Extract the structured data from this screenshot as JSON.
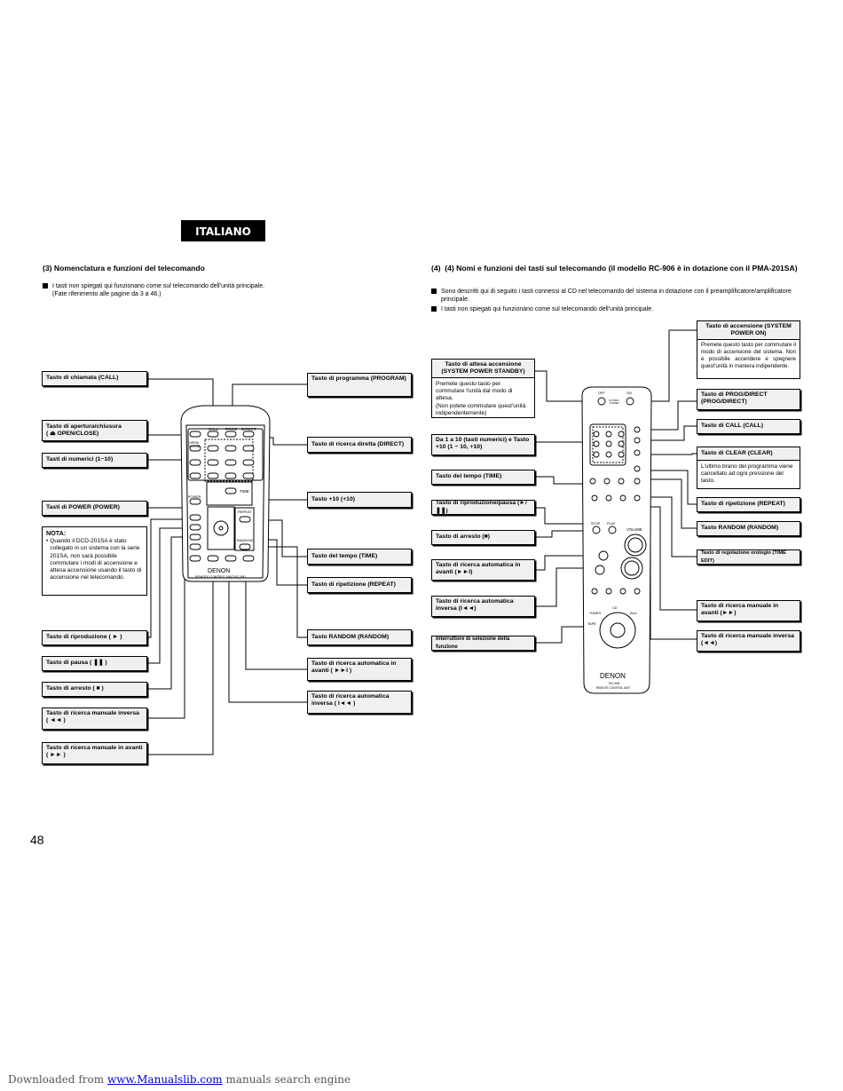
{
  "banner": "ITALIANO",
  "left": {
    "title": "(3)  Nomenclatura e funzioni del telecomando",
    "bullet_1": "I tasti non spiegati qui funzionano come sul telecomando dell'unità principale.",
    "bullet_1b": "(Fate riferimento alle pagine da 3 a 46.)",
    "labels": {
      "call": "Tasto di chiamata (CALL)",
      "open": "Tasto di apertura/chiusura",
      "open2": "( ⏏ OPEN/CLOSE)",
      "numeric": "Tasti di numerici (1~10)",
      "power": "Tasti di POWER (POWER)",
      "nota_title": "NOTA:",
      "nota_text": "Quando il DCD-201SA è stato collegato in un sistema con la serie 201SA, non sarà possibile commutare i modi di accensione e attesa accensione usando il tasto di accensione nel telecomando.",
      "play": "Tasto di riproduzione ( ► )",
      "pause": "Tasto di pausa ( ❚❚ )",
      "stop": "Tasto di arresto ( ■ )",
      "manual_rev": "Tasto di ricerca manuale inversa ( ◄◄ )",
      "manual_fwd": "Tasto di ricerca manuale in avanti ( ►► )",
      "program": "Tasto di programma (PROGRAM)",
      "direct": "Tasto di ricerca diretta (DIRECT)",
      "plus10": "Tasto +10 (+10)",
      "time": "Tasto del tempo (TIME)",
      "repeat": "Tasto di ripetizione (REPEAT)",
      "random": "Tasto RANDOM (RANDOM)",
      "auto_fwd": "Tasto di ricerca automatica in avanti ( ►►I )",
      "auto_rev": "Tasto di ricerca automatica inversa ( I◄◄ )"
    },
    "remote": {
      "call": "CALL",
      "prog": "PROG",
      "direct": "DIRECT",
      "open": "OPEN/\nCLOSE",
      "time": "TIME",
      "power": "POWER",
      "repeat": "REPEAT",
      "random": "RANDOM",
      "brand": "DENON",
      "model": "REMOTE CONTROL UNIT   RC-950"
    }
  },
  "right": {
    "title": "(4)  Nomi e funzioni dei tasti sul telecomando (il modello RC-906 è in dotazione con il PMA-201SA)",
    "bullet_1": "Sono descritti qui di seguito i tasti connessi al CD nel telecomando del sistema in dotazione con il preamplificatore/amplificatore principale.",
    "bullet_2": "I tasti non spiegati qui funzionano come sul telecomando dell'unità principale.",
    "labels": {
      "standby": "Tasto di attesa accensione (SYSTEM POWER STANDBY)",
      "standby_desc": "Premete questo tasto per commutare l'unità dal modo di attesa.\n(Non potete commutare quest'unità indipendentemente)",
      "numeric": "Da 1 a 10 (tasti numerici) e Tasto +10 (1 ~ 10, +10)",
      "time": "Tasto del tempo (TIME)",
      "playpause": "Tasto di riproduzione/pausa (►/❚❚)",
      "stop": "Tasto di arresto (■)",
      "auto_fwd": "Tasto di ricerca automatica in avanti (►►I)",
      "auto_rev": "Tasto di ricerca automatica inversa (I◄◄)",
      "selector": "Interruttore di selezione della funzione",
      "power_on": "Tasto di accensione (SYSTEM POWER ON)",
      "power_on_desc": "Premete questo tasto per commutare il modo di accensione del sistema. Non è possibile accendere e spegnere quest'unità in maniera indipendente.",
      "prog": "Tasto di PROG/DIRECT (PROG/DIRECT)",
      "call": "Tasto di CALL (CALL)",
      "clear": "Tasto di CLEAR (CLEAR)",
      "clear_desc": "L'ultimo brano del programma viene cancellato ad ogni pressione del tasto.",
      "repeat": "Tasto di ripetizione (REPEAT)",
      "random": "Tasto RANDOM (RANDOM)",
      "time_edit": "Tasto di regolazione orologio (TIME EDIT)",
      "manual_fwd": "Tasto di ricerca manuale in avanti (►►)",
      "manual_rev": "Tasto di ricerca manuale inversa (◄◄)"
    },
    "remote": {
      "off": "OFF",
      "on": "ON",
      "system": "SYSTEM\nPOWER",
      "volume": "VOLUME",
      "brand": "DENON",
      "model": "RC-906",
      "unit": "REMOTE CONTROL UNIT",
      "stop": "STOP",
      "play": "PLAY",
      "tuner": "TUNER",
      "cd": "CD",
      "aux": "AUX",
      "tape": "TAPE"
    }
  },
  "page_number": "48",
  "footer": {
    "prefix": "Downloaded from ",
    "link": "www.Manualslib.com",
    "suffix": " manuals search engine"
  }
}
